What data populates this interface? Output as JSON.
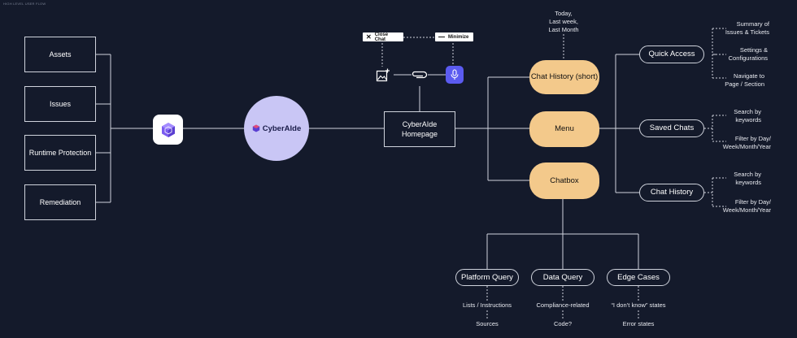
{
  "header": {
    "caption": "HIGH LEVEL USER FLOW"
  },
  "left_nodes": [
    "Assets",
    "Issues",
    "Runtime Protection",
    "Remediation"
  ],
  "center": {
    "brand": "CyberAIde",
    "homepage": "CyberAIde\nHomepage"
  },
  "controls": {
    "close_chat": "Close Chat",
    "minimize": "Minimize"
  },
  "history_note": "Today,\nLast week,\nLast Month",
  "main_nodes": {
    "chat_history_short": "Chat History (short)",
    "menu": "Menu",
    "chatbox": "Chatbox"
  },
  "right_nodes": {
    "quick_access": "Quick Access",
    "saved_chats": "Saved Chats",
    "chat_history": "Chat History"
  },
  "quick_access_items": [
    "Summary of\nIssues & Tickets",
    "Settings &\nConfigurations",
    "Navigate to\nPage / Section"
  ],
  "saved_chats_items": [
    "Search by\nkeywords",
    "Filter by Day/\nWeek/Month/Year"
  ],
  "chat_history_items": [
    "Search by\nkeywords",
    "Filter by Day/\nWeek/Month/Year"
  ],
  "bottom_nodes": [
    "Platform Query",
    "Data Query",
    "Edge Cases"
  ],
  "platform_query_items": [
    "Lists / Instructions",
    "Sources"
  ],
  "data_query_items": [
    "Compliance-related",
    "Code?"
  ],
  "edge_case_items": [
    "“I don’t know” states",
    "Error states"
  ],
  "colors": {
    "background": "#141a2b",
    "accent_orange": "#f3c98b",
    "accent_lavender": "#c9c6f5",
    "mic_purple": "#5b5bf0",
    "line": "#cfd3dc"
  },
  "icons": [
    "cube-icon",
    "cyberaide-logo-icon",
    "close-icon",
    "minimize-icon",
    "image-add-icon",
    "paperclip-icon",
    "microphone-icon"
  ]
}
